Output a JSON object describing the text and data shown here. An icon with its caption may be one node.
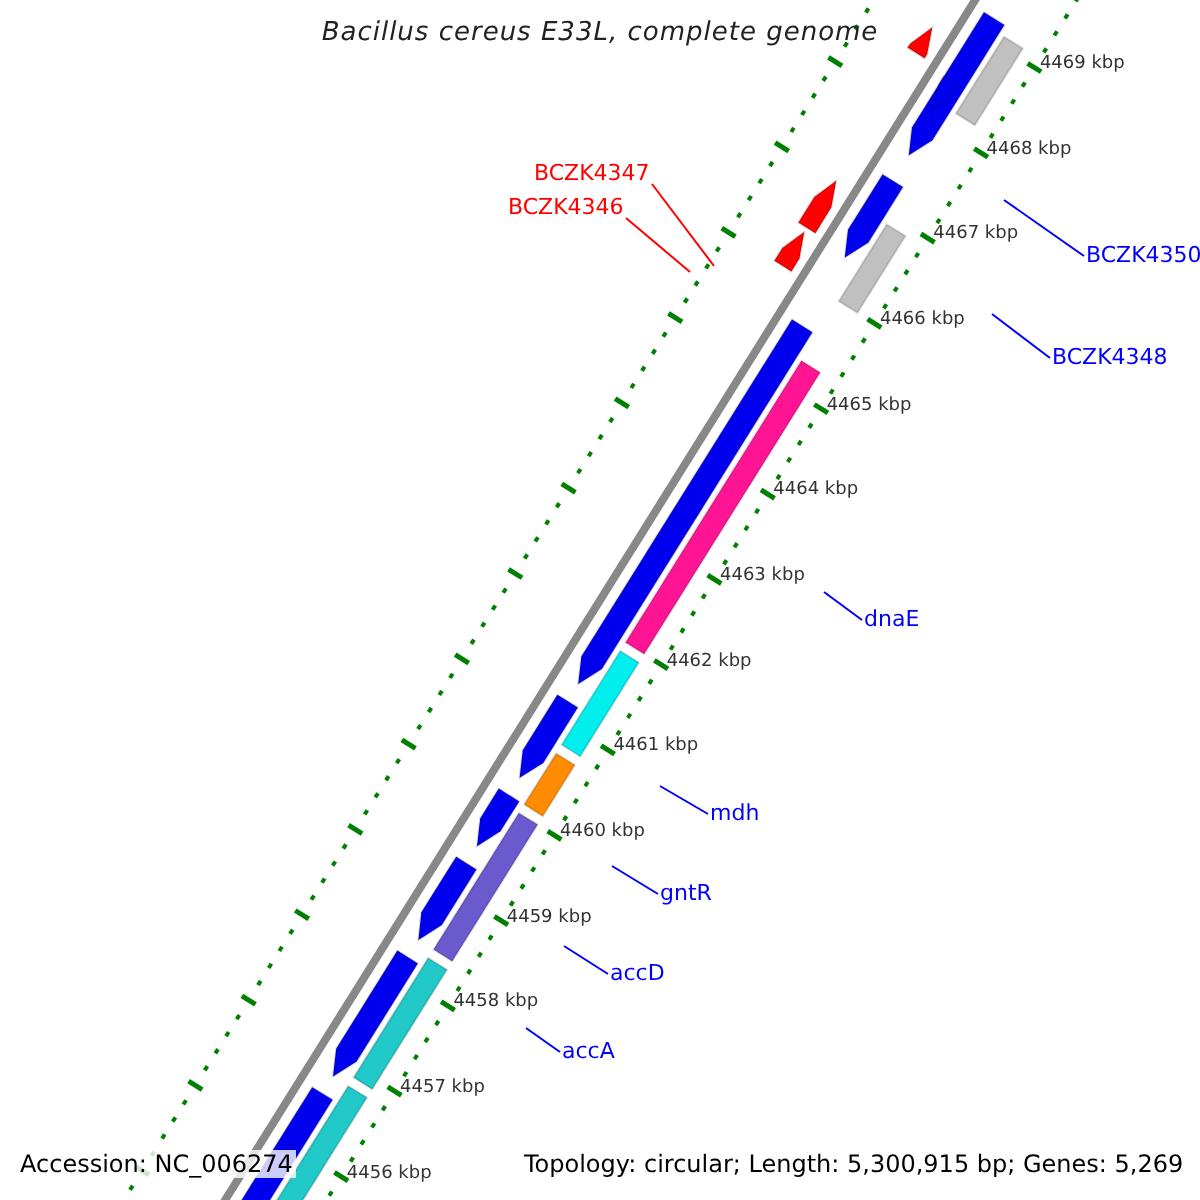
{
  "diagram": {
    "title": "Bacillus cereus E33L, complete genome",
    "nodes": [
      {
        "text": [
          "BCZK4347"
        ]
      },
      {
        "text": [
          "BCZK4346"
        ]
      },
      {
        "text": [
          "BCZK4350"
        ]
      },
      {
        "text": [
          "BCZK4348"
        ]
      },
      {
        "text": [
          "dnaE"
        ]
      },
      {
        "text": [
          "mdh"
        ]
      },
      {
        "text": [
          "gntR"
        ]
      },
      {
        "text": [
          "accD"
        ]
      },
      {
        "text": [
          "accA"
        ]
      }
    ],
    "edges": [
      {
        "from": 0,
        "to": null,
        "arrow": "none",
        "color": "#ff0000"
      },
      {
        "from": 1,
        "to": null,
        "arrow": "none",
        "color": "#ff0000"
      },
      {
        "from": 2,
        "to": null,
        "arrow": "none"
      },
      {
        "from": 3,
        "to": null,
        "arrow": "none"
      },
      {
        "from": 4,
        "to": null,
        "arrow": "none"
      },
      {
        "from": 5,
        "to": null,
        "arrow": "none"
      },
      {
        "from": 6,
        "to": null,
        "arrow": "none"
      },
      {
        "from": 7,
        "to": null,
        "arrow": "none"
      },
      {
        "from": 8,
        "to": null,
        "arrow": "none"
      }
    ],
    "labels": [
      "4469 kbp",
      "4468 kbp",
      "4467 kbp",
      "4466 kbp",
      "4465 kbp",
      "4464 kbp",
      "4463 kbp",
      "4462 kbp",
      "4461 kbp",
      "4460 kbp",
      "4459 kbp",
      "4458 kbp",
      "4457 kbp",
      "4456 kbp",
      "Accession: NC_006274",
      "Topology: circular; Length: 5,300,915 bp; Genes: 5,269"
    ]
  }
}
